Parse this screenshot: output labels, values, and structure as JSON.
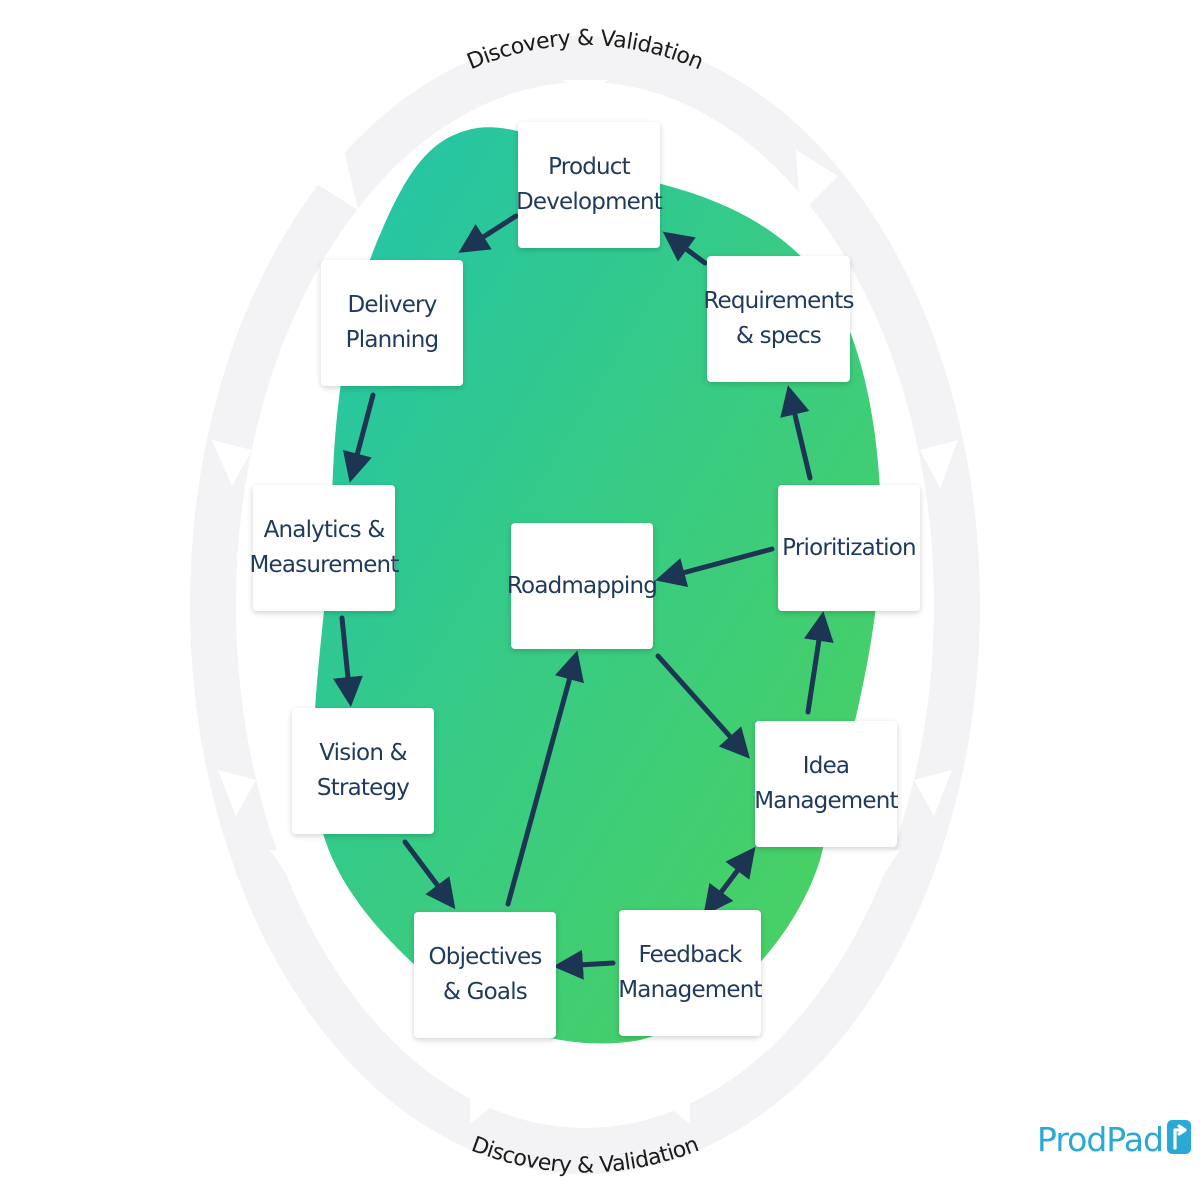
{
  "outer_ring": {
    "label_top": "Discovery & Validation",
    "label_bottom": "Discovery & Validation"
  },
  "nodes": {
    "product_development": [
      "Product",
      "Development"
    ],
    "requirements": [
      "Requirements",
      "& specs"
    ],
    "delivery_planning": [
      "Delivery",
      "Planning"
    ],
    "analytics": [
      "Analytics &",
      "Measurement"
    ],
    "prioritization": [
      "Prioritization"
    ],
    "roadmapping": [
      "Roadmapping"
    ],
    "vision": [
      "Vision &",
      "Strategy"
    ],
    "idea": [
      "Idea",
      "Management"
    ],
    "objectives": [
      "Objectives",
      "& Goals"
    ],
    "feedback": [
      "Feedback",
      "Management"
    ]
  },
  "brand": {
    "name": "ProdPad",
    "icon": "prodpad-logo-icon"
  },
  "colors": {
    "blob_start": "#22c4ab",
    "blob_end": "#4ed25a",
    "ring": "#f3f3f5",
    "node_text": "#1f3a5c",
    "arrow": "#1c3553",
    "brand": "#2aa8d6"
  }
}
